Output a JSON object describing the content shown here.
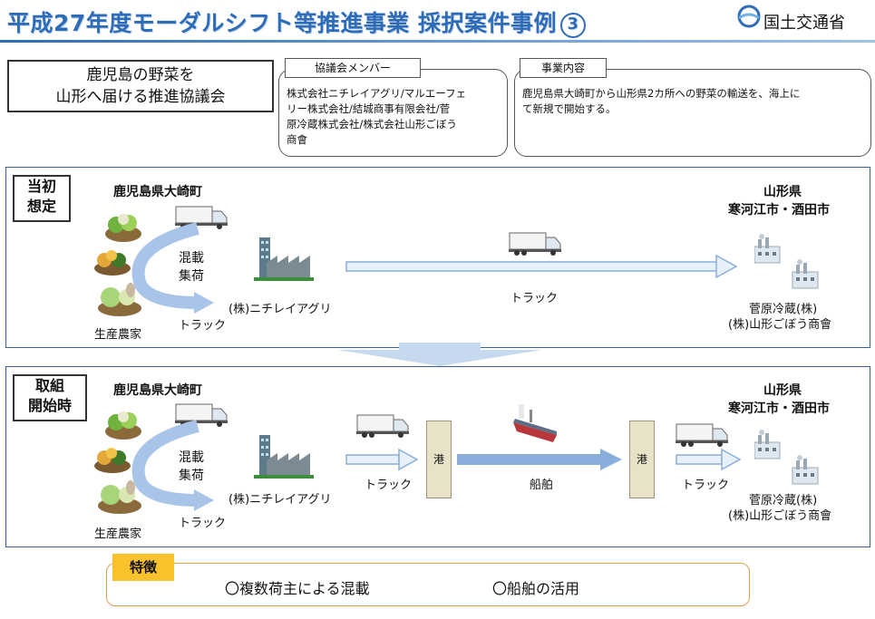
{
  "header": {
    "title": "平成27年度モーダルシフト等推進事業 採択案件事例",
    "number": "3",
    "ministry": "国土交通省"
  },
  "project_title": [
    "鹿児島の野菜を",
    "山形へ届ける推進協議会"
  ],
  "members": {
    "label": "協議会メンバー",
    "lines": [
      "株式会社ニチレイアグリ/マルエーフェ",
      "リー株式会社/結城商事有限会社/菅",
      "原冷蔵株式会社/株式会社山形ごぼう",
      "商會"
    ]
  },
  "business": {
    "label": "事業内容",
    "lines": [
      "鹿児島県大崎町から山形県2カ所への野菜の輸送を、海上に",
      "て新規で開始する。"
    ]
  },
  "initial": {
    "phase": [
      "当初",
      "想定"
    ],
    "origin": "鹿児島県大崎町",
    "consolidation": [
      "混載",
      "集荷"
    ],
    "truck_left": "トラック",
    "farmers": "生産農家",
    "hub": "(株)ニチレイアグリ",
    "truck_mid": "トラック",
    "dest_pref": "山形県",
    "dest_cities": "寒河江市・酒田市",
    "dest_company1": "菅原冷蔵(株)",
    "dest_company2": "(株)山形ごぼう商會"
  },
  "current": {
    "phase": [
      "取組",
      "開始時"
    ],
    "origin": "鹿児島県大崎町",
    "consolidation": [
      "混載",
      "集荷"
    ],
    "truck_left": "トラック",
    "farmers": "生産農家",
    "hub": "(株)ニチレイアグリ",
    "truck_to_port": "トラック",
    "port1": "港",
    "ship": "船舶",
    "port2": "港",
    "truck_from_port": "トラック",
    "dest_pref": "山形県",
    "dest_cities": "寒河江市・酒田市",
    "dest_company1": "菅原冷蔵(株)",
    "dest_company2": "(株)山形ごぼう商會"
  },
  "features": {
    "label": "特徴",
    "item1": "〇複数荷主による混載",
    "item2": "〇船舶の活用"
  },
  "colors": {
    "header_blue": "#2e6cb8",
    "arrow_blue": "#a8c4e8",
    "feature_orange": "#f9c12c",
    "panel_border": "#3a5fa0"
  }
}
